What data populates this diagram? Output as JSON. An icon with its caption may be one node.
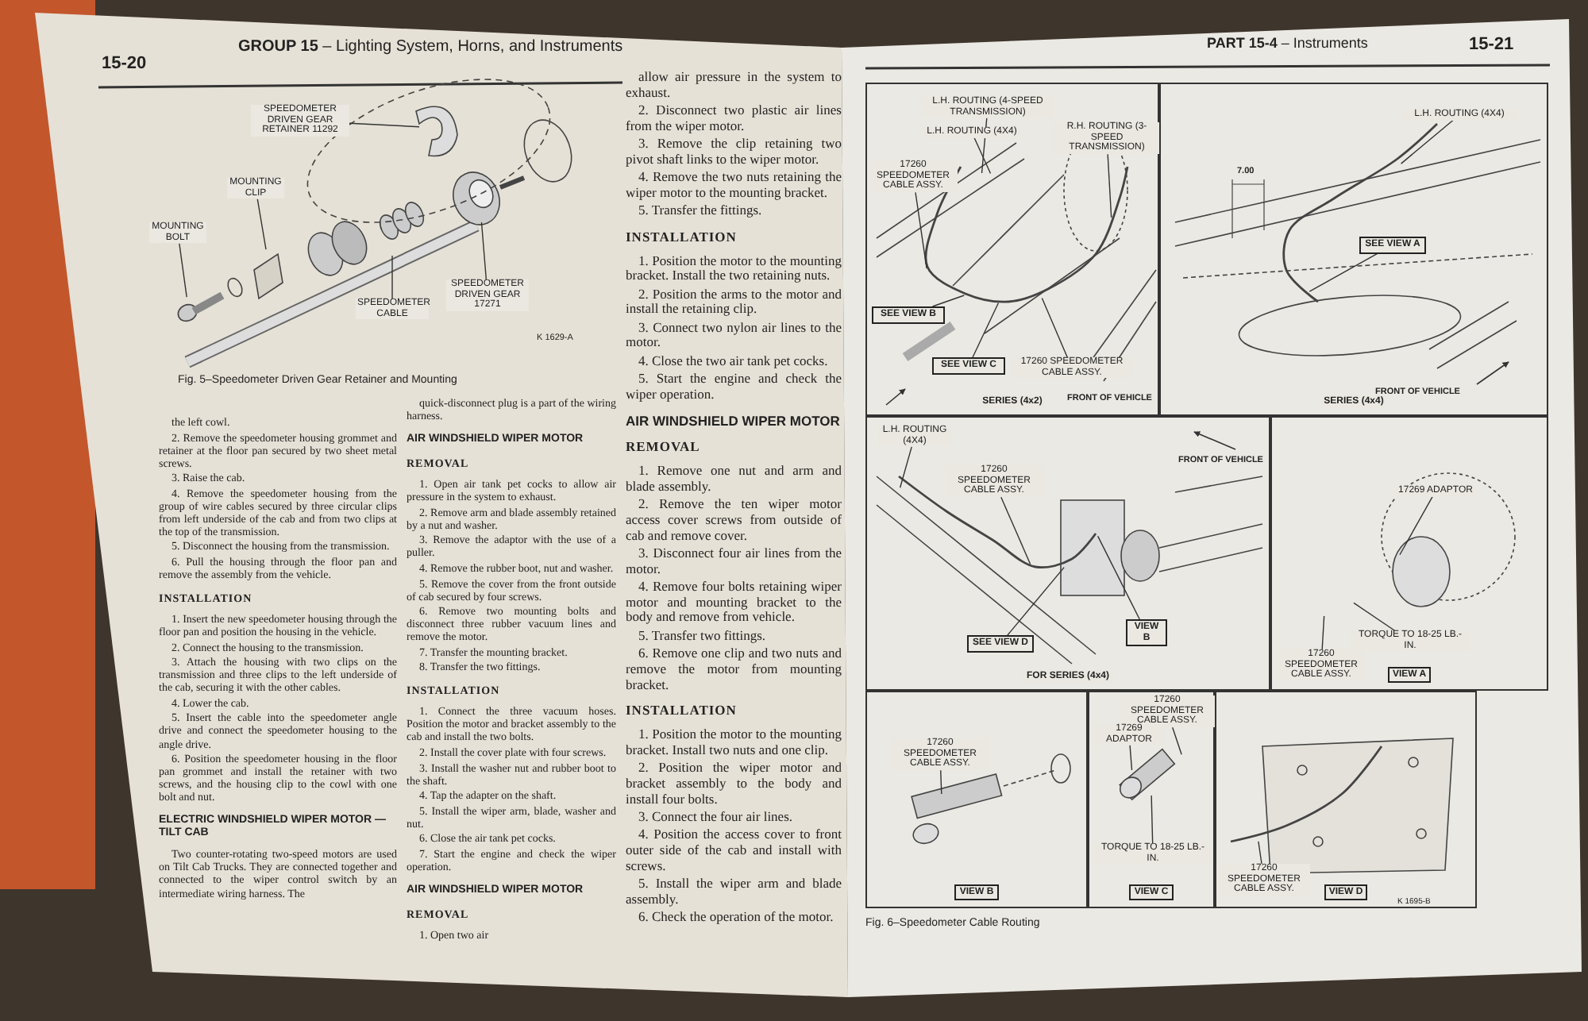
{
  "diagram": {
    "nodes": [
      {
        "text": [
          "SPEEDOMETER DRIVEN GEAR RETAINER 11292"
        ]
      },
      {
        "text": [
          "MOUNTING CLIP"
        ]
      },
      {
        "text": [
          "MOUNTING BOLT"
        ]
      },
      {
        "text": [
          "SPEEDOMETER CABLE"
        ]
      },
      {
        "text": [
          "SPEEDOMETER DRIVEN GEAR 17271"
        ]
      },
      {
        "text": [
          "SERIES (4x2)"
        ]
      },
      {
        "text": [
          "L.H. ROUTING (4-SPEED TRANSMISSION)"
        ],
        "in": 5
      },
      {
        "text": [
          "L.H. ROUTING (4X4)"
        ],
        "in": 5
      },
      {
        "text": [
          "R.H. ROUTING (3-SPEED TRANSMISSION)"
        ],
        "in": 5
      },
      {
        "text": [
          "17260 SPEEDOMETER CABLE ASSY."
        ],
        "in": 5
      },
      {
        "text": [
          "SEE VIEW B"
        ],
        "in": 5
      },
      {
        "text": [
          "SEE VIEW C"
        ],
        "in": 5
      },
      {
        "text": [
          "17260 SPEEDOMETER CABLE ASSY."
        ],
        "in": 5
      },
      {
        "text": [
          "SERIES (4x4)"
        ]
      },
      {
        "text": [
          "L.H. ROUTING (4X4)"
        ],
        "in": 13
      },
      {
        "text": [
          "SEE VIEW A"
        ],
        "in": 13
      },
      {
        "text": [
          "FOR SERIES (4x4)"
        ]
      },
      {
        "text": [
          "L.H. ROUTING (4X4)"
        ],
        "in": 16
      },
      {
        "text": [
          "17260 SPEEDOMETER CABLE ASSY."
        ],
        "in": 16
      },
      {
        "text": [
          "SEE VIEW D"
        ],
        "in": 16
      },
      {
        "text": [
          "VIEW B"
        ],
        "in": 16
      },
      {
        "text": [
          "VIEW A"
        ]
      },
      {
        "text": [
          "17269 ADAPTOR"
        ],
        "in": 21
      },
      {
        "text": [
          "TORQUE TO 18-25 LB.-IN."
        ],
        "in": 21
      },
      {
        "text": [
          "17260 SPEEDOMETER CABLE ASSY."
        ],
        "in": 21
      },
      {
        "text": [
          "VIEW B"
        ]
      },
      {
        "text": [
          "17260 SPEEDOMETER CABLE ASSY."
        ],
        "in": 25
      },
      {
        "text": [
          "VIEW C"
        ]
      },
      {
        "text": [
          "17260 SPEEDOMETER CABLE ASSY."
        ],
        "in": 27
      },
      {
        "text": [
          "17269 ADAPTOR"
        ],
        "in": 27
      },
      {
        "text": [
          "TORQUE TO 18-25 LB.-IN."
        ],
        "in": 27
      },
      {
        "text": [
          "VIEW D"
        ]
      },
      {
        "text": [
          "17260 SPEEDOMETER CABLE ASSY."
        ],
        "in": 31
      }
    ],
    "edges": [
      {
        "from": 0,
        "to": null,
        "arrow": "none"
      },
      {
        "from": 1,
        "to": null,
        "arrow": "none"
      },
      {
        "from": 2,
        "to": null,
        "arrow": "none"
      },
      {
        "from": 3,
        "to": null,
        "arrow": "none"
      },
      {
        "from": 4,
        "to": null,
        "arrow": "none"
      },
      {
        "from": 6,
        "to": null,
        "arrow": "none"
      },
      {
        "from": 7,
        "to": null,
        "arrow": "none"
      },
      {
        "from": 8,
        "to": null,
        "arrow": "none"
      },
      {
        "from": 9,
        "to": null,
        "arrow": "none"
      },
      {
        "from": 10,
        "to": null,
        "arrow": "none"
      },
      {
        "from": 11,
        "to": null,
        "arrow": "none"
      },
      {
        "from": 12,
        "to": null,
        "arrow": "none"
      },
      {
        "from": 14,
        "to": null,
        "arrow": "none"
      },
      {
        "from": 15,
        "to": null,
        "arrow": "none"
      },
      {
        "from": 17,
        "to": null,
        "arrow": "none"
      },
      {
        "from": 18,
        "to": null,
        "arrow": "none"
      },
      {
        "from": 19,
        "to": null,
        "arrow": "none"
      },
      {
        "from": 20,
        "to": null,
        "arrow": "none"
      },
      {
        "from": 22,
        "to": null,
        "arrow": "none"
      },
      {
        "from": 23,
        "to": null,
        "arrow": "none"
      },
      {
        "from": 24,
        "to": null,
        "arrow": "none"
      },
      {
        "from": 26,
        "to": null,
        "arrow": "none"
      },
      {
        "from": 28,
        "to": null,
        "arrow": "none"
      },
      {
        "from": 29,
        "to": null,
        "arrow": "none"
      },
      {
        "from": 30,
        "to": null,
        "arrow": "none"
      },
      {
        "from": 32,
        "to": null,
        "arrow": "none"
      }
    ],
    "labels": [
      "15-20",
      "**GROUP 15** – Lighting System, Horns, and Instruments",
      "K 1629-A",
      "Fig. 5–Speedometer Driven Gear Retainer and Mounting",
      "the left cowl.",
      "2. Remove the speedometer housing grommet and retainer at the floor pan secured by two sheet metal screws.",
      "3. Raise the cab.",
      "4. Remove the speedometer housing from the group of wire cables secured by three circular clips from left underside of the cab and from two clips at the top of the transmission.",
      "5. Disconnect the housing from the transmission.",
      "6. Pull the housing through the floor pan and remove the assembly from the vehicle.",
      "INSTALLATION",
      "1. Insert the new speedometer housing through the floor pan and position the housing in the vehicle.",
      "2. Connect the housing to the transmission.",
      "3. Attach the housing with two clips on the transmission and three clips to the left underside of the cab, securing it with the other cables.",
      "4. Lower the cab.",
      "5. Insert the cable into the speedometer angle drive and connect the speedometer housing to the angle drive.",
      "6. Position the speedometer housing in the floor pan grommet and install the retainer with two screws, and the housing clip to the cowl with one bolt and nut.",
      "ELECTRIC WINDSHIELD WIPER MOTOR — TILT CAB",
      "Two counter-rotating two-speed motors are used on Tilt Cab Trucks. They are connected together and connected to the wiper control switch by an intermediate wiring harness. The",
      "quick-disconnect plug is a part of the wiring harness.",
      "AIR WINDSHIELD WIPER MOTOR",
      "REMOVAL",
      "1. Open air tank pet cocks to allow air pressure in the system to exhaust.",
      "2. Remove arm and blade assembly retained by a nut and washer.",
      "3. Remove the adaptor with the use of a puller.",
      "4. Remove the rubber boot, nut and washer.",
      "5. Remove the cover from the front outside of cab secured by four screws.",
      "6. Remove two mounting bolts and disconnect three rubber vacuum lines and remove the motor.",
      "7. Transfer the mounting bracket.",
      "8. Transfer the two fittings.",
      "INSTALLATION",
      "1. Connect the three vacuum hoses. Position the motor and bracket assembly to the cab and install the two bolts.",
      "2. Install the cover plate with four screws.",
      "3. Install the washer nut and rubber boot to the shaft.",
      "4. Tap the adapter on the shaft.",
      "5. Install the wiper arm, blade, washer and nut.",
      "6. Close the air tank pet cocks.",
      "7. Start the engine and check the wiper operation.",
      "AIR WINDSHIELD WIPER MOTOR",
      "REMOVAL",
      "1. Open two air",
      "allow air pressure in the system to exhaust.",
      "2. Disconnect two plastic air lines from the wiper motor.",
      "3. Remove the clip retaining two pivot shaft links to the wiper motor.",
      "4. Remove the two nuts retaining the wiper motor to the mounting bracket.",
      "5. Transfer the fittings.",
      "INSTALLATION",
      "1. Position the motor to the mounting bracket. Install the two retaining nuts.",
      "2. Position the arms to the motor and install the retaining clip.",
      "3. Connect two nylon air lines to the motor.",
      "4. Close the two air tank pet cocks.",
      "5. Start the engine and check the wiper operation.",
      "AIR WINDSHIELD WIPER MOTOR",
      "REMOVAL",
      "1. Remove one nut and arm and blade assembly.",
      "2. Remove the ten wiper motor access cover screws from outside of cab and remove cover.",
      "3. Disconnect four air lines from the motor.",
      "4. Remove four bolts retaining wiper motor and mounting bracket to the body and remove from vehicle.",
      "5. Transfer two fittings.",
      "6. Remove one clip and two nuts and remove the motor from mounting bracket.",
      "INSTALLATION",
      "1. Position the motor to the mounting bracket. Install two nuts and one clip.",
      "2. Position the wiper motor and bracket assembly to the body and install four bolts.",
      "3. Connect the four air lines.",
      "4. Position the access cover to front outer side of the cab and install with screws.",
      "5. Install the wiper arm and blade assembly.",
      "6. Check the operation of the motor.",
      "**PART 15-4** – Instruments",
      "15-21",
      "FRONT OF VEHICLE",
      "FRONT OF VEHICLE",
      "7.00",
      "FRONT OF VEHICLE",
      "K 1695-B",
      "Fig. 6–Speedometer Cable Routing"
    ]
  }
}
